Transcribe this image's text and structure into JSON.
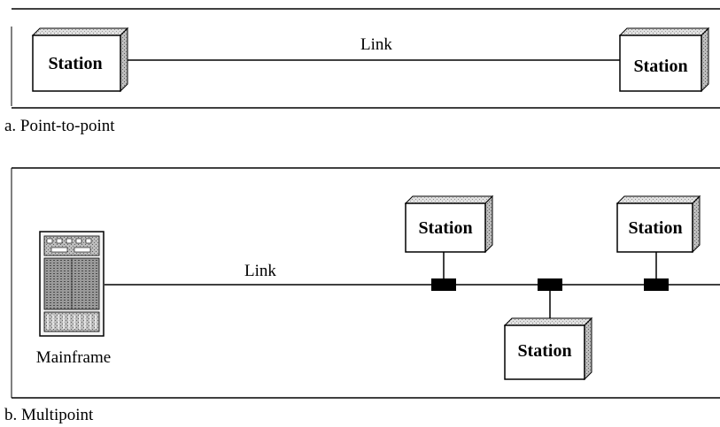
{
  "point_to_point": {
    "link_label": "Link",
    "left_station": "Station",
    "right_station": "Station",
    "caption": "a. Point-to-point"
  },
  "multipoint": {
    "link_label": "Link",
    "mainframe_label": "Mainframe",
    "stations": [
      "Station",
      "Station",
      "Station"
    ],
    "caption": "b. Multipoint"
  }
}
